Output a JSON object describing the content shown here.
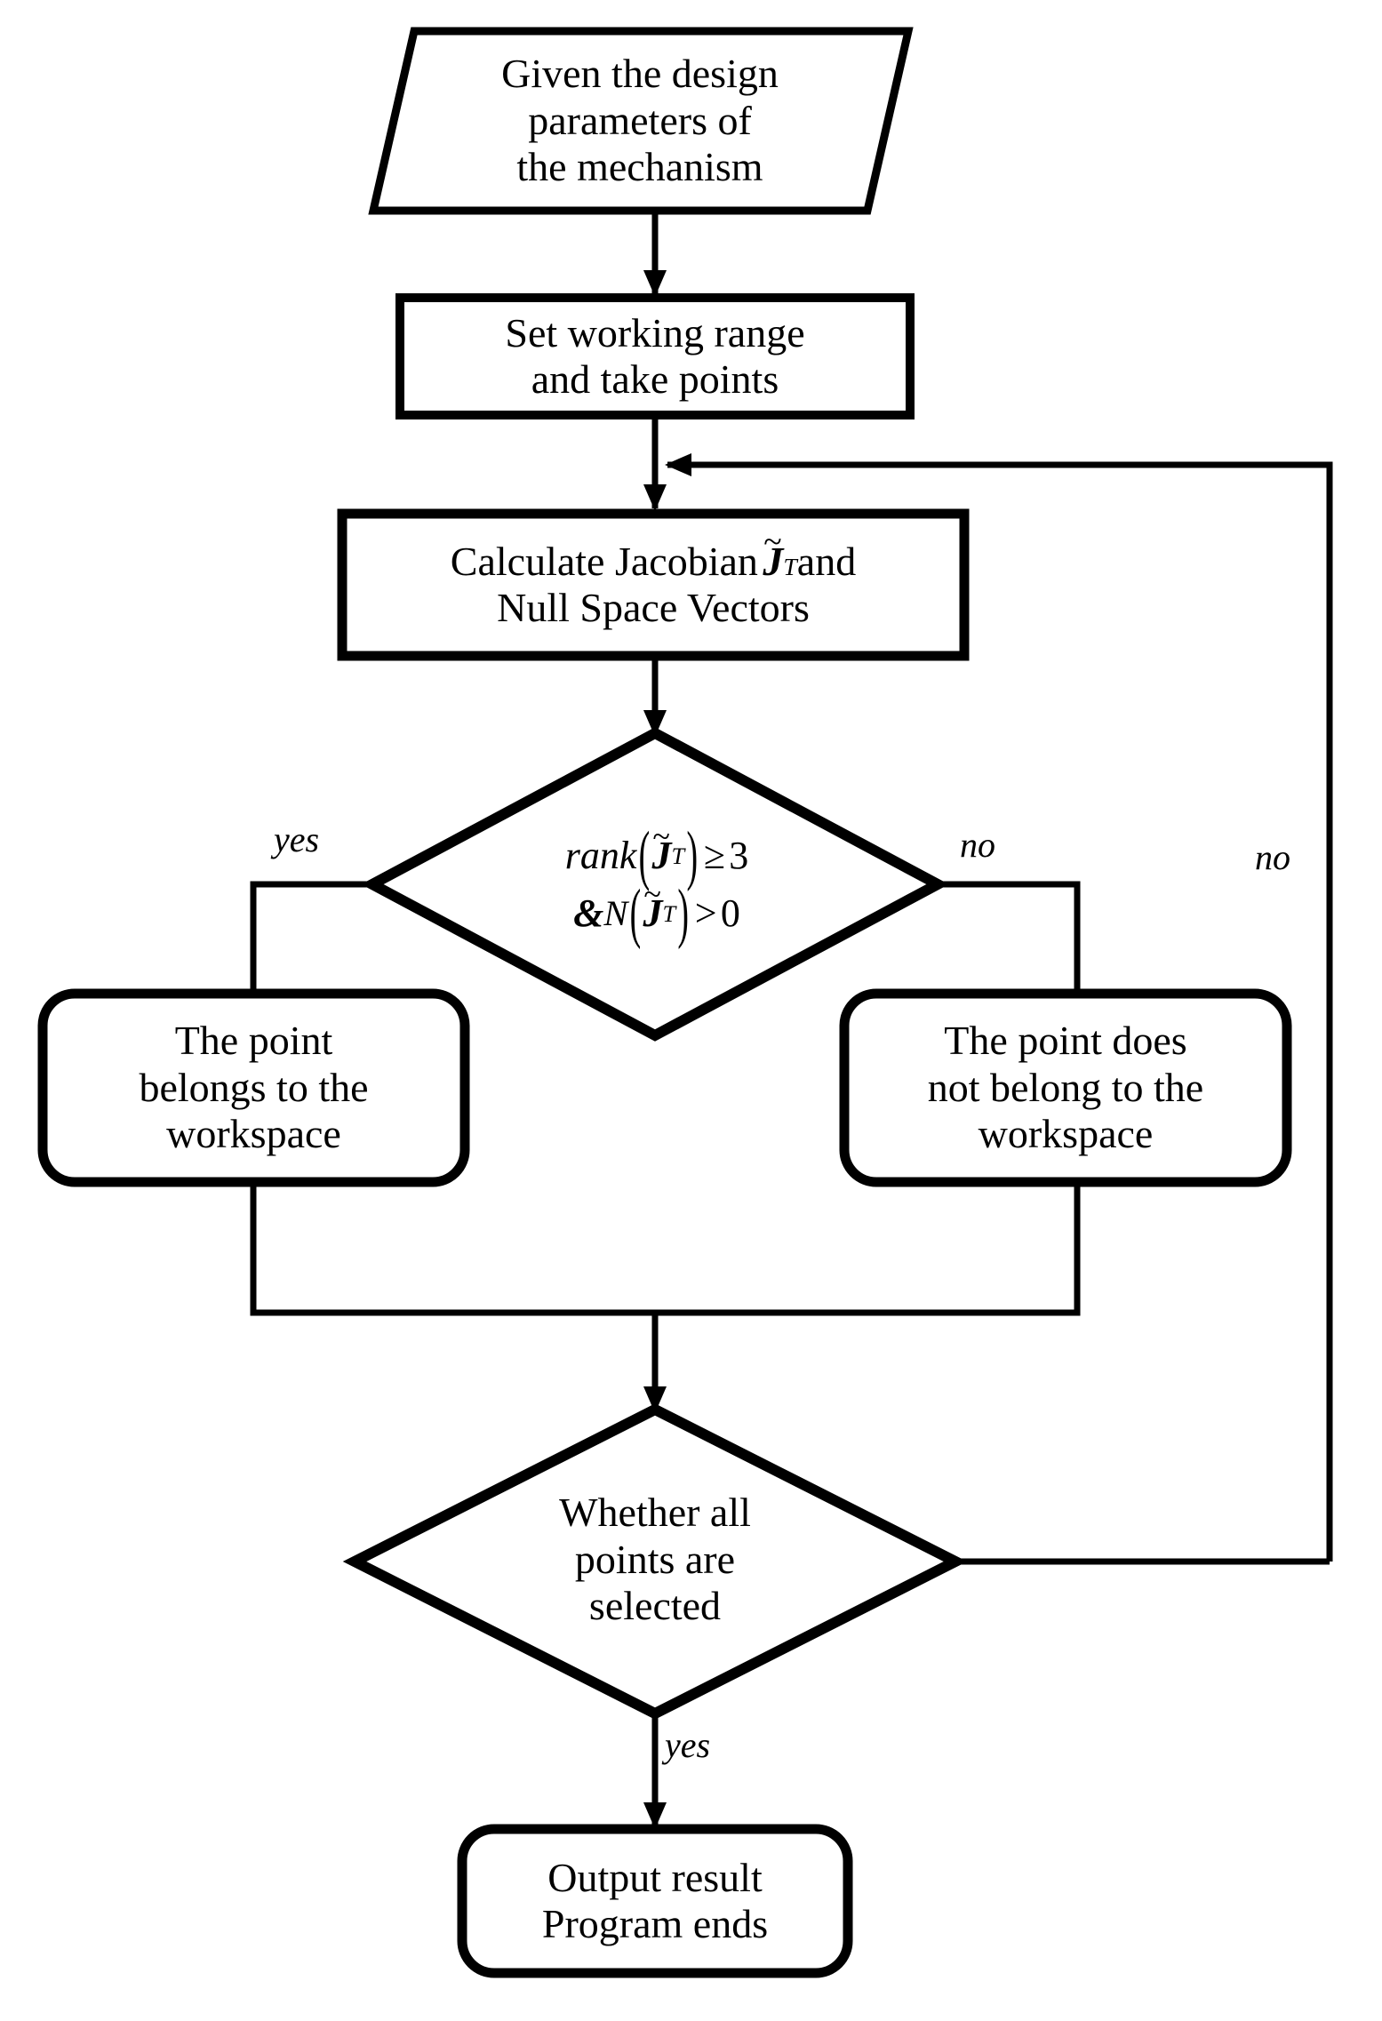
{
  "diagram": {
    "type": "flowchart",
    "title": "Workspace determination algorithm flowchart",
    "background_color": "#ffffff",
    "line_color": "#000000",
    "nodes": [
      {
        "id": "start",
        "shape": "parallelogram",
        "role": "input",
        "text": "Given the design\nparameters of\nthe mechanism"
      },
      {
        "id": "set-range",
        "shape": "rectangle",
        "role": "process",
        "text": "Set working range\nand take points"
      },
      {
        "id": "calc-jacobian",
        "shape": "rectangle",
        "role": "process",
        "text_parts": {
          "line1_pre": "Calculate Jacobian",
          "line1_symbol": "J",
          "line1_symbol_accent": "~",
          "line1_symbol_sup": "T",
          "line1_post": "and",
          "line2": "Null Space Vectors"
        },
        "text_plain": "Calculate Jacobian J̃ᵀ and Null Space Vectors"
      },
      {
        "id": "rank-check",
        "shape": "diamond",
        "role": "decision",
        "math": {
          "line1": {
            "fn": "rank",
            "open": "(",
            "symbol": "J",
            "accent": "~",
            "sup": "T",
            "close": ")",
            "relation": "≥",
            "value": "3"
          },
          "line2": {
            "amp": "&",
            "fn": "N",
            "open": "(",
            "symbol": "J",
            "accent": "~",
            "sup": "T",
            "close": ")",
            "relation": ">",
            "value": "0"
          }
        },
        "text_plain": "rank(J̃ᵀ) ≥ 3  & N(J̃ᵀ) > 0"
      },
      {
        "id": "in-workspace",
        "shape": "rounded-rectangle",
        "role": "terminal",
        "text": "The point\nbelongs to the\nworkspace"
      },
      {
        "id": "not-in-workspace",
        "shape": "rounded-rectangle",
        "role": "terminal",
        "text": "The point does\nnot belong to the\nworkspace"
      },
      {
        "id": "all-points",
        "shape": "diamond",
        "role": "decision",
        "text": "Whether all\npoints are\nselected"
      },
      {
        "id": "output",
        "shape": "rounded-rectangle",
        "role": "terminal",
        "text": "Output result\nProgram ends"
      }
    ],
    "edge_labels": [
      {
        "id": "rank-yes",
        "text": "yes"
      },
      {
        "id": "rank-no",
        "text": "no"
      },
      {
        "id": "loop-no",
        "text": "no"
      },
      {
        "id": "all-points-yes",
        "text": "yes"
      }
    ],
    "edges": [
      {
        "from": "start",
        "to": "set-range",
        "label": ""
      },
      {
        "from": "set-range",
        "to": "calc-jacobian",
        "label": ""
      },
      {
        "from": "calc-jacobian",
        "to": "rank-check",
        "label": ""
      },
      {
        "from": "rank-check",
        "to": "in-workspace",
        "label": "yes"
      },
      {
        "from": "rank-check",
        "to": "not-in-workspace",
        "label": "no"
      },
      {
        "from": "in-workspace",
        "to": "all-points",
        "label": ""
      },
      {
        "from": "not-in-workspace",
        "to": "all-points",
        "label": ""
      },
      {
        "from": "all-points",
        "to": "output",
        "label": "yes"
      },
      {
        "from": "all-points",
        "to": "calc-jacobian",
        "label": "no"
      }
    ]
  }
}
